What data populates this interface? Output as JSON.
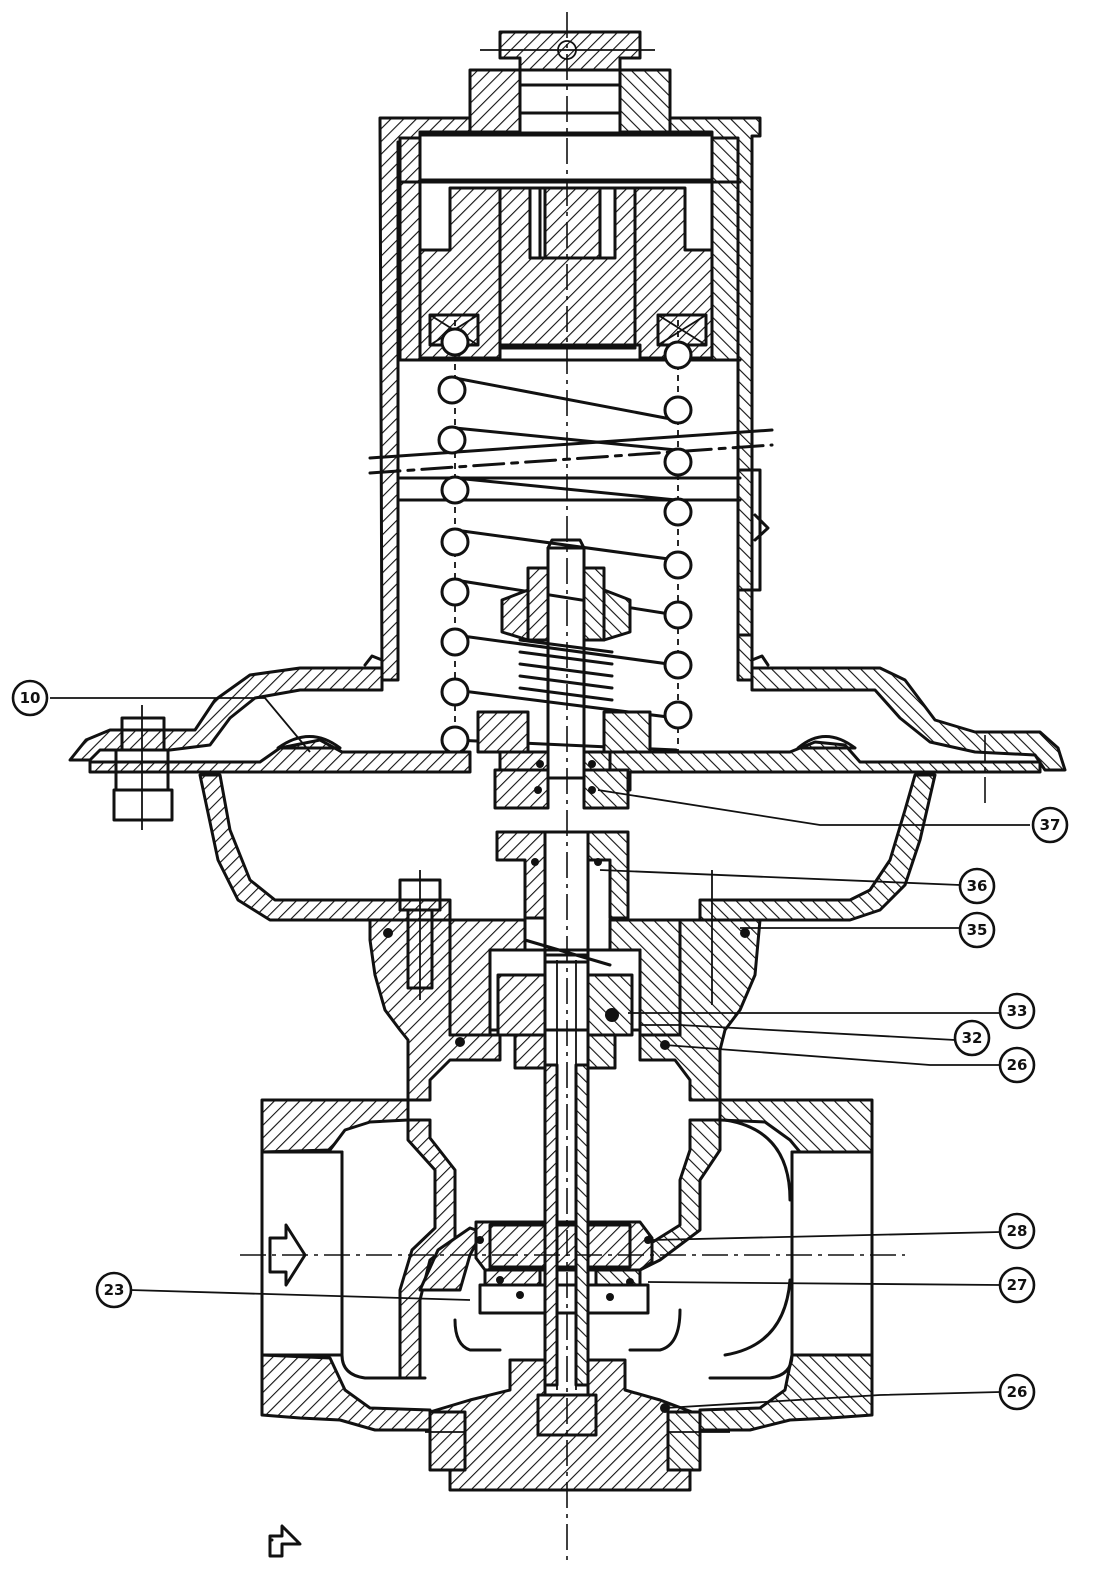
{
  "diagram": {
    "callouts": [
      {
        "id": "c10",
        "label": "10"
      },
      {
        "id": "c37",
        "label": "37"
      },
      {
        "id": "c36",
        "label": "36"
      },
      {
        "id": "c35",
        "label": "35"
      },
      {
        "id": "c33",
        "label": "33"
      },
      {
        "id": "c32",
        "label": "32"
      },
      {
        "id": "c26a",
        "label": "26"
      },
      {
        "id": "c28",
        "label": "28"
      },
      {
        "id": "c27",
        "label": "27"
      },
      {
        "id": "c23",
        "label": "23"
      },
      {
        "id": "c26b",
        "label": "26"
      }
    ]
  }
}
